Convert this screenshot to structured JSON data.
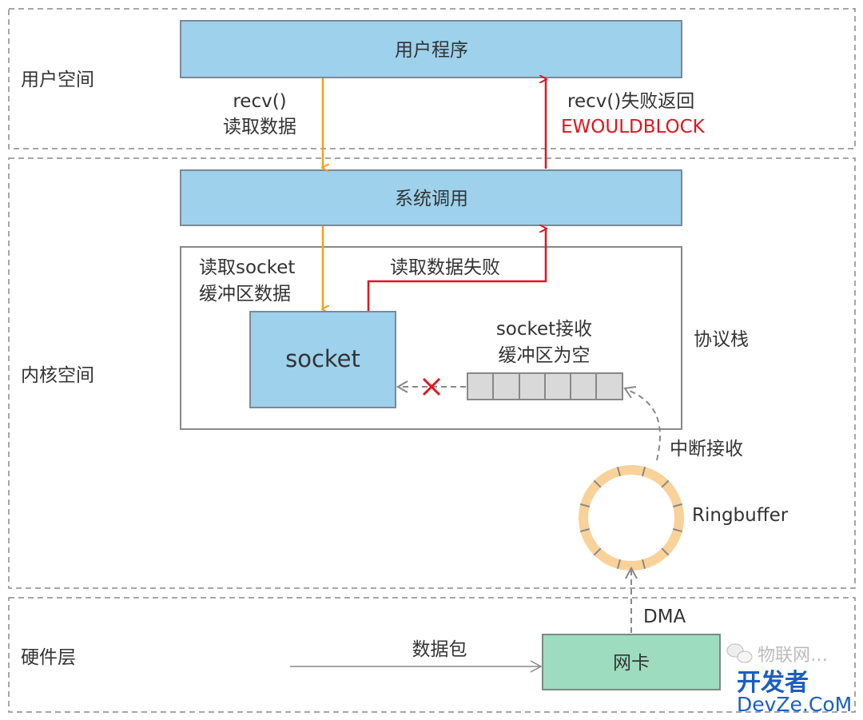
{
  "zones": {
    "user": "用户空间",
    "kernel": "内核空间",
    "hardware": "硬件层"
  },
  "boxes": {
    "user_program": "用户程序",
    "syscall": "系统调用",
    "socket": "socket",
    "nic": "网卡"
  },
  "labels": {
    "recv_line1": "recv()",
    "recv_line2": "读取数据",
    "fail_line1": "recv()失败返回",
    "fail_line2": "EWOULDBLOCK",
    "read_socket_line1": "读取socket",
    "read_socket_line2": "缓冲区数据",
    "read_fail": "读取数据失败",
    "buffer_line1": "socket接收",
    "buffer_line2": "缓冲区为空",
    "protocol_stack": "协议栈",
    "interrupt": "中断接收",
    "ringbuffer": "Ringbuffer",
    "dma": "DMA",
    "packet": "数据包"
  },
  "watermark": {
    "line1": "物联网…",
    "brand": "开发者",
    "site": "DevZe.CoM"
  },
  "colors": {
    "box": "#9dd1ec",
    "nic": "#9ddcbf",
    "orange": "#f0a020",
    "red": "#e0151f",
    "ring": "#f9d29a",
    "buffer": "#d9d9d9"
  }
}
